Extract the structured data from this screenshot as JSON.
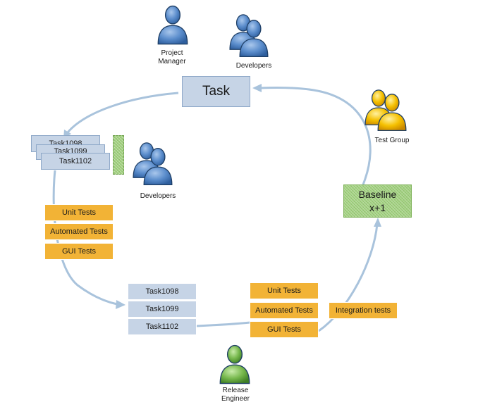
{
  "center_task": {
    "label": "Task"
  },
  "baseline": {
    "line1": "Baseline",
    "line2": "x+1"
  },
  "people": {
    "project_manager": {
      "line1": "Project",
      "line2": "Manager"
    },
    "developers_top": {
      "label": "Developers"
    },
    "test_group": {
      "label": "Test Group"
    },
    "developers_left": {
      "label": "Developers"
    },
    "release_engineer": {
      "line1": "Release",
      "line2": "Engineer"
    }
  },
  "stacked_tasks": {
    "back": "Task1098",
    "middle": "Task1099",
    "front": "Task1102"
  },
  "left_tests": [
    "Unit Tests",
    "Automated Tests",
    "GUI Tests"
  ],
  "bottom_tasks": [
    "Task1098",
    "Task1099",
    "Task1102"
  ],
  "bottom_tests": [
    "Unit Tests",
    "Automated Tests",
    "GUI Tests"
  ],
  "integration": {
    "label": "Integration tests"
  },
  "colors": {
    "box_blue": "#c6d4e6",
    "box_orange": "#f2b336",
    "box_green": "#9fd07c",
    "arrow": "#a9c3dc",
    "person_blue": "#4d7fbf",
    "person_yellow": "#f0b400",
    "person_green": "#6fb046"
  }
}
